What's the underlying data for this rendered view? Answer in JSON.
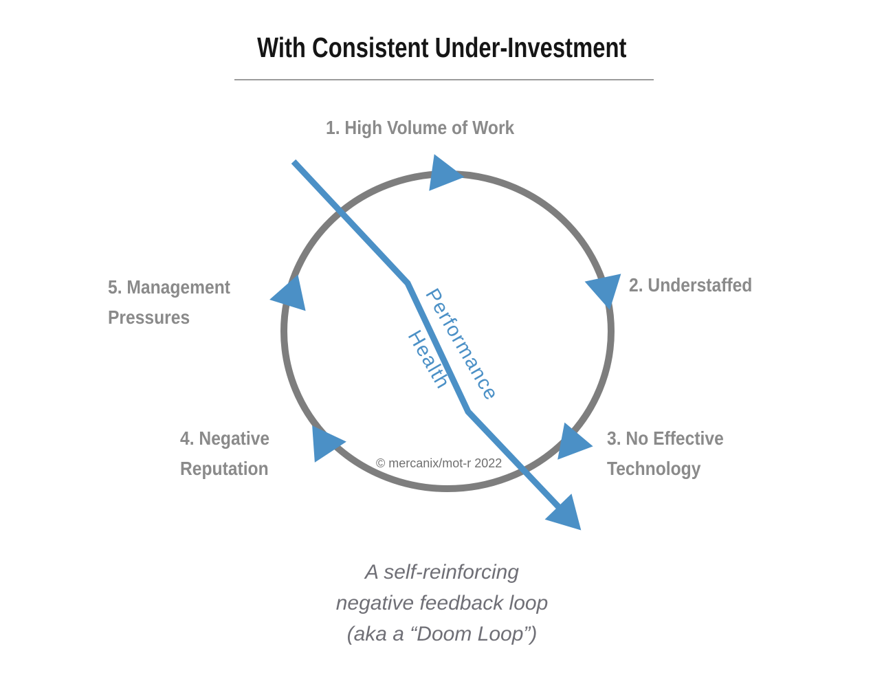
{
  "title": {
    "text": "With Consistent Under-Investment"
  },
  "steps": [
    {
      "label": "1. High Volume of Work"
    },
    {
      "label": "2. Understaffed"
    },
    {
      "label": "3. No Effective\nTechnology"
    },
    {
      "label": "4. Negative\nReputation"
    },
    {
      "label": "5. Management\nPressures"
    }
  ],
  "line_label": {
    "word1": "Performance",
    "word2": "Health"
  },
  "copyright": "© mercanix/mot-r 2022",
  "caption": "A self-reinforcing\nnegative feedback loop\n(aka a “Doom Loop”)",
  "colors": {
    "accent_blue": "#4b90c6",
    "circle_gray": "#7e7e7e",
    "label_gray": "#8a8a8a",
    "title_black": "#151515",
    "caption_gray": "#6f6f76"
  }
}
